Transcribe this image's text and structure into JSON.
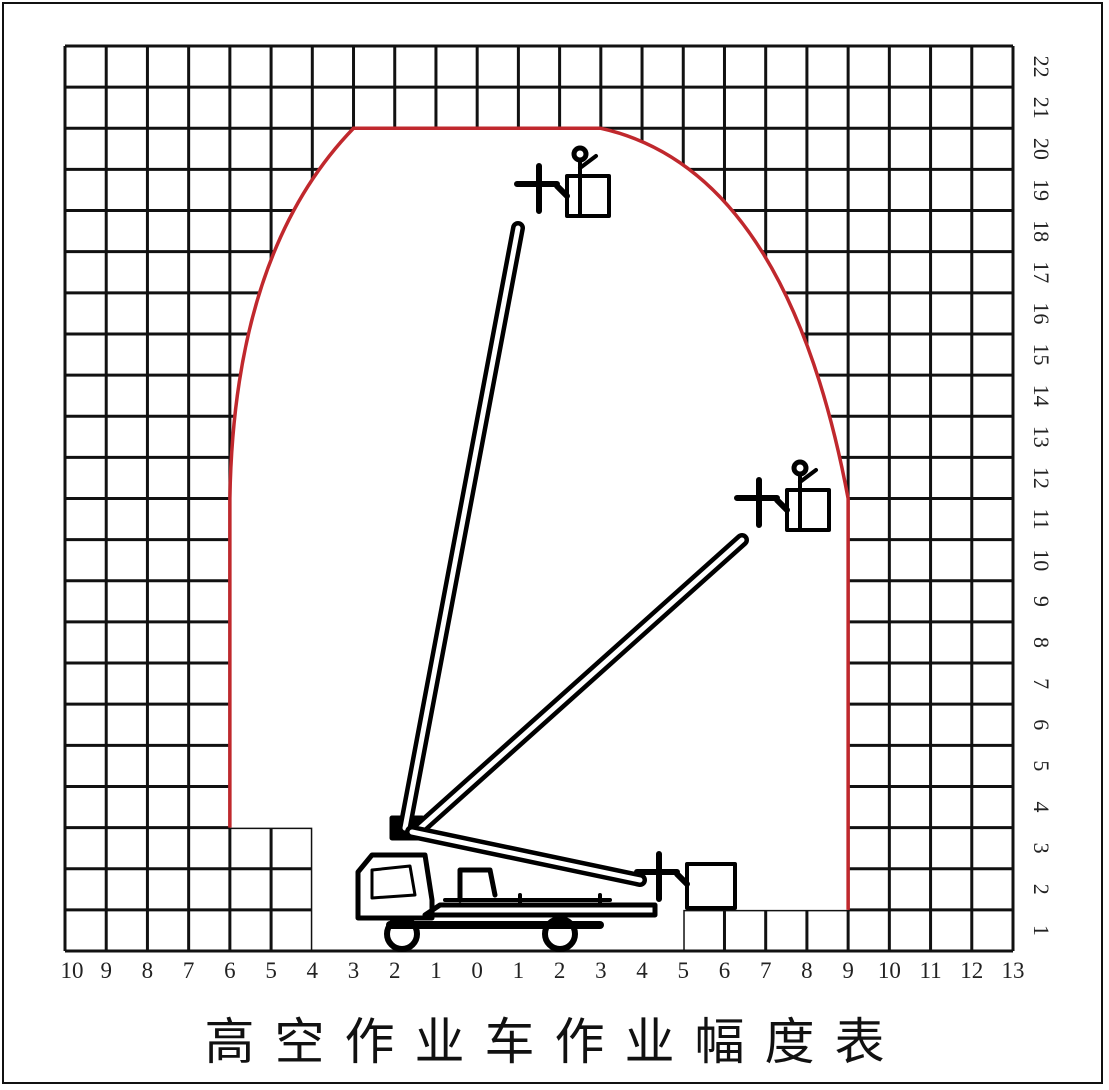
{
  "title": "高空作业车作业幅度表",
  "x_axis_labels": [
    "10",
    "9",
    "8",
    "7",
    "6",
    "5",
    "4",
    "3",
    "2",
    "1",
    "0",
    "1",
    "2",
    "3",
    "4",
    "5",
    "6",
    "7",
    "8",
    "9",
    "10",
    "11",
    "12",
    "13"
  ],
  "y_axis_labels": [
    "1",
    "2",
    "3",
    "4",
    "5",
    "6",
    "7",
    "8",
    "9",
    "10",
    "11",
    "12",
    "13",
    "14",
    "15",
    "16",
    "17",
    "18",
    "19",
    "20",
    "21",
    "22"
  ],
  "colors": {
    "envelope": "#c0282d",
    "grid": "#111111"
  },
  "max_working_height_rows": 20,
  "max_working_radius": 9
}
